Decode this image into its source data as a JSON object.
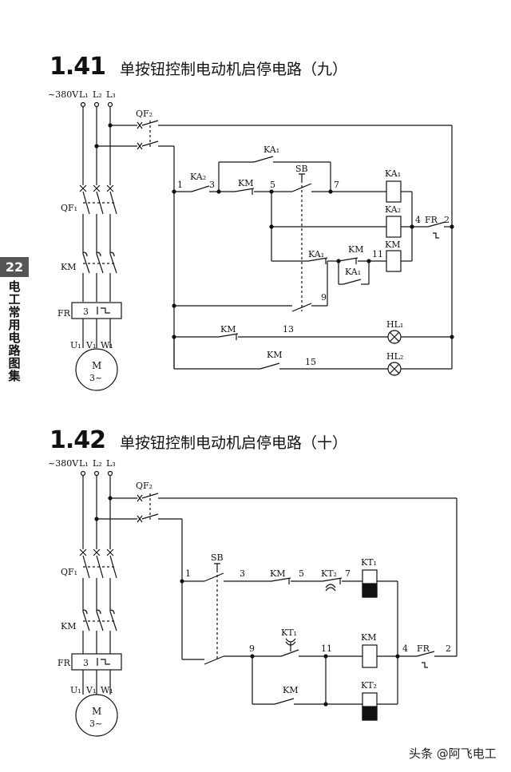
{
  "section1": {
    "number": "1.41",
    "title": "单按钮控制电动机启停电路（九）"
  },
  "section2": {
    "number": "1.42",
    "title": "单按钮控制电动机启停电路（十）"
  },
  "sidebar": {
    "page": "22",
    "book": "电工常用电路图集"
  },
  "watermark": "头条 @阿飞电工",
  "labels": {
    "voltage": "~380V",
    "L1": "L₁",
    "L2": "L₂",
    "L3": "L₃",
    "QF2": "QF₂",
    "QF1": "QF₁",
    "KM": "KM",
    "FR": "FR",
    "FR3": "3",
    "U1": "U₁",
    "V1": "V₁",
    "W1": "W₁",
    "M": "M",
    "M3": "3~",
    "KA1": "KA₁",
    "KA2": "KA₂",
    "SB": "SB",
    "HL1": "HL₁",
    "HL2": "HL₂",
    "KT1": "KT₁",
    "KT2": "KT₂",
    "n1": "1",
    "n2": "2",
    "n3": "3",
    "n4": "4",
    "n5": "5",
    "n7": "7",
    "n9": "9",
    "n11": "11",
    "n13": "13",
    "n15": "15"
  }
}
